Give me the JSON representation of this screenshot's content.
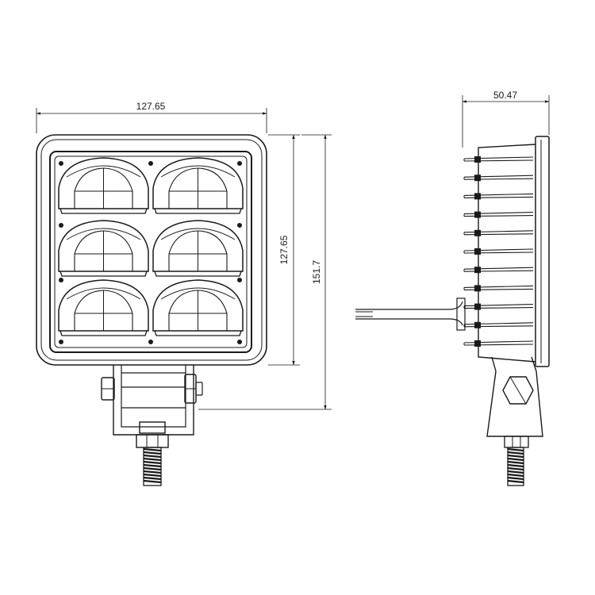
{
  "dimensions": {
    "front_width": "127.65",
    "front_height": "127.65",
    "overall_height": "151.7",
    "side_depth": "50.47"
  },
  "views": {
    "front": {
      "led_rows": 3,
      "led_columns": 2
    },
    "side": {
      "fin_count": 11
    }
  },
  "colors": {
    "line": "#1a1a1a",
    "background": "#ffffff"
  }
}
